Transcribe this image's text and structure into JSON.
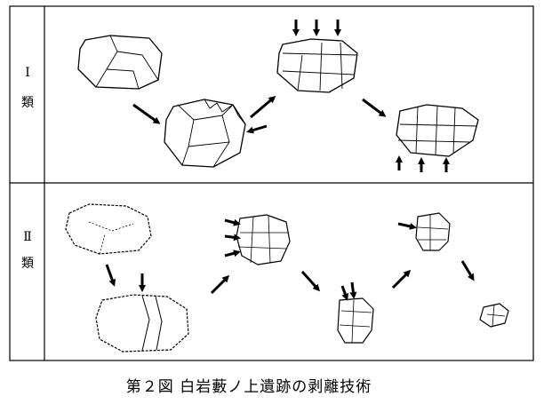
{
  "rows": [
    {
      "numeral": "Ⅰ",
      "category": "類"
    },
    {
      "numeral": "Ⅱ",
      "category": "類"
    }
  ],
  "caption": "第２図 白岩藪ノ上遺跡の剥離技術",
  "colors": {
    "ink": "#000000",
    "paper": "#ffffff"
  }
}
